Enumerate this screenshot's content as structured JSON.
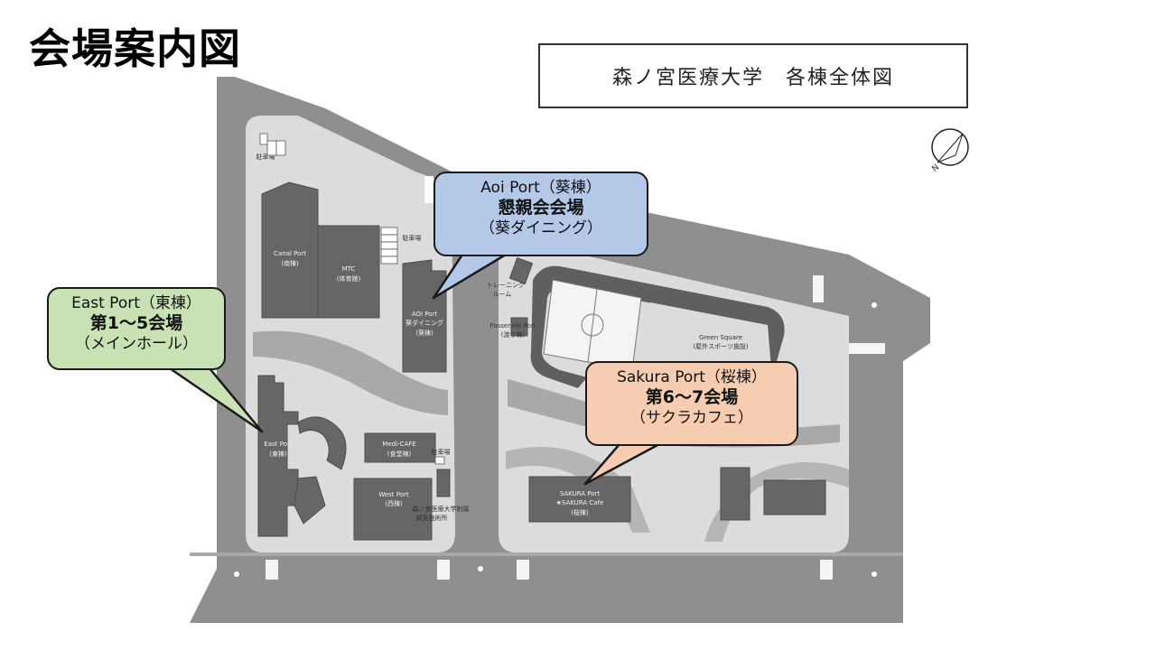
{
  "page_title": "会場案内図",
  "campus_title": "森ノ宮医療大学　各棟全体図",
  "callouts": {
    "east": {
      "line1": "East Port（東棟）",
      "line2": "第1～5会場",
      "line3": "（メインホール）",
      "color": "#c8e2b4"
    },
    "aoi": {
      "line1": "Aoi Port（葵棟）",
      "line2": "懇親会会場",
      "line3": "（葵ダイニング）",
      "color": "#b4c8e8"
    },
    "sakura": {
      "line1": "Sakura Port（桜棟）",
      "line2": "第6～7会場",
      "line3": "（サクラカフェ）",
      "color": "#f6cdb0"
    }
  },
  "map_labels": {
    "parking": "駐車場",
    "canal_port": "Canal Port",
    "canal_port_jp": "(南棟)",
    "mtc": "MTC",
    "mtc_jp": "(体育館)",
    "aoi_port": "AOI Port",
    "aoi_dining": "葵ダイニング",
    "aoi_jp": "(葵棟)",
    "training_room": "トレーニング",
    "training_room2": "ルーム",
    "passerelle_port": "Passerelle Port",
    "passerelle_jp": "(渡り棟)",
    "green_square": "Green Square",
    "green_square_jp": "(屋外スポーツ施設)",
    "east_port": "East Port",
    "east_port_jp": "(東棟)",
    "medi_cafe": "Medi-CAFE",
    "medi_cafe_jp": "(食堂棟)",
    "west_port": "West Port",
    "west_port_jp": "(西棟)",
    "clinic1": "森ノ宮医療大学附属",
    "clinic2": "鍼灸施術所",
    "sakura_port": "SAKURA Port",
    "sakura_cafe": "★SAKURA Cafe",
    "sakura_jp": "(桜棟)"
  },
  "compass": "N-arrow-icon"
}
